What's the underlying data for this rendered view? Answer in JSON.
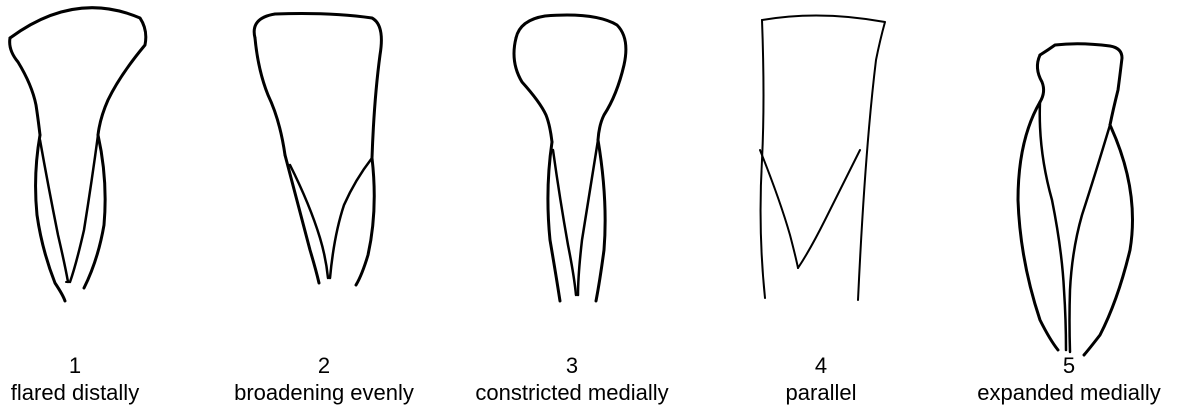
{
  "shapes": [
    {
      "number": "1",
      "label": "flared distally"
    },
    {
      "number": "2",
      "label": "broadening evenly"
    },
    {
      "number": "3",
      "label": "constricted medially"
    },
    {
      "number": "4",
      "label": "parallel"
    },
    {
      "number": "5",
      "label": "expanded medially"
    }
  ]
}
